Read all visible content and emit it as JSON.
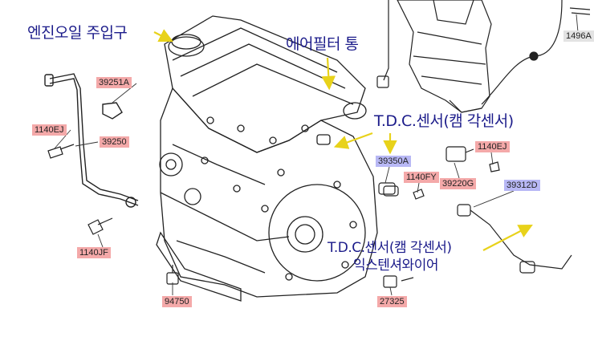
{
  "annotations": {
    "oil_filler": "엔진오일 주입구",
    "air_filter": "에어필터 통",
    "tdc_sensor": "T.D.C.센서(캠 각센서)",
    "tdc_sensor_ext_line1": "T.D.C.센서(캠 각센서)",
    "tdc_sensor_ext_line2": "익스텐셔와이어"
  },
  "part_labels": {
    "p39251A": "39251A",
    "p1140EJ_left": "1140EJ",
    "p39250": "39250",
    "p1140JF": "1140JF",
    "p94750": "94750",
    "p39350A": "39350A",
    "p1140FY": "1140FY",
    "p39220G": "39220G",
    "p1140EJ_right": "1140EJ",
    "p39312D": "39312D",
    "p27325": "27325",
    "p1496A": "1496A"
  },
  "colors": {
    "part_red": "#f4a9a9",
    "part_blue": "#b8b8f5",
    "annotation_text": "#1b1b8a",
    "arrow_yellow": "#e8d21a"
  }
}
